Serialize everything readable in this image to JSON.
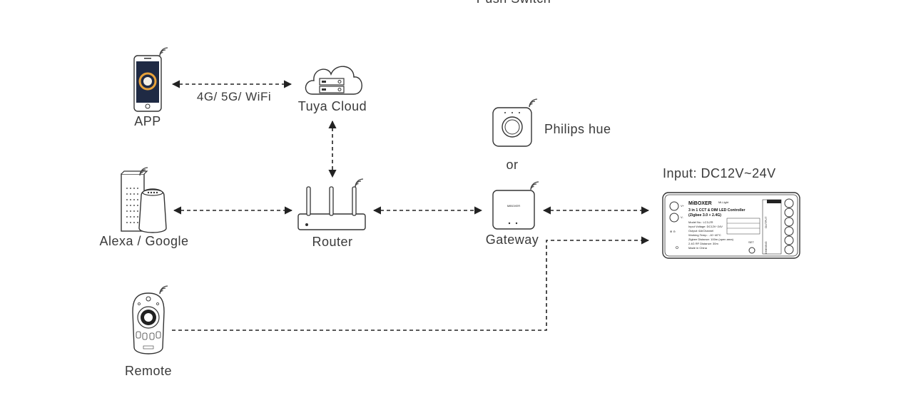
{
  "top_cut_text": "Push Switch",
  "nodes": {
    "app": {
      "label": "APP"
    },
    "cloud": {
      "label": "Tuya Cloud"
    },
    "alexa": {
      "label": "Alexa / Google"
    },
    "router": {
      "label": "Router"
    },
    "hue": {
      "label": "Philips hue"
    },
    "or_text": "or",
    "gateway": {
      "label": "Gateway",
      "device_text": "MiBOXER"
    },
    "remote": {
      "label": "Remote"
    },
    "controller": {
      "input_label": "Input: DC12V~24V",
      "brand": "MiBOXER",
      "subbrand": "Mi-Light",
      "title_line1": "3 in 1 CCT & DIM LED Controller",
      "title_line2": "(Zigbee 3.0 + 2.4G)",
      "specs": [
        "Model No.: LC3-ZR",
        "Input Voltage: DC12V~24V",
        "Output: 6A/Channel",
        "Working Temp.: -10~40°C",
        "Zigbee Distance: 100m (open area)",
        "2.4G RF Distance: 30m",
        "Made in China"
      ],
      "set_label": "SET",
      "output_label": "OUTPUT",
      "dimming_label": "DIMMING"
    }
  },
  "links": {
    "app_cloud": {
      "label": "4G/ 5G/ WiFi"
    }
  }
}
